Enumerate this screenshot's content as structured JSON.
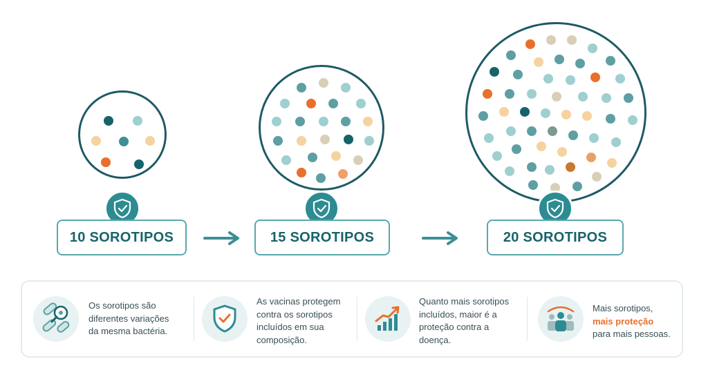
{
  "colors": {
    "teal_dark": "#17636a",
    "teal": "#2d8c92",
    "teal_mid": "#5e9fa3",
    "teal_light": "#9fcfcf",
    "orange": "#e8702a",
    "peach": "#f6d2a0",
    "beige": "#d9cfb6",
    "outline": "#1d5a63"
  },
  "stages": [
    {
      "label": "10 SOROTIPOS",
      "icon": "shield-check-icon"
    },
    {
      "label": "15 SOROTIPOS",
      "icon": "shield-check-icon"
    },
    {
      "label": "20 SOROTIPOS",
      "icon": "shield-check-icon"
    }
  ],
  "info": [
    {
      "icon": "bacteria-magnifier-icon",
      "lines": [
        "Os sorotipos são",
        "diferentes variações",
        "da mesma bactéria."
      ]
    },
    {
      "icon": "shield-check-icon",
      "lines": [
        "As vacinas protegem",
        "contra os sorotipos",
        "incluídos em sua",
        "composição."
      ]
    },
    {
      "icon": "growth-chart-icon",
      "lines": [
        "Quanto mais sorotipos",
        "incluídos, maior é a",
        "proteção contra a",
        "doença."
      ]
    },
    {
      "icon": "people-group-icon",
      "line1": "Mais sorotipos,",
      "highlight": "mais proteção",
      "line3": "para mais pessoas."
    }
  ]
}
